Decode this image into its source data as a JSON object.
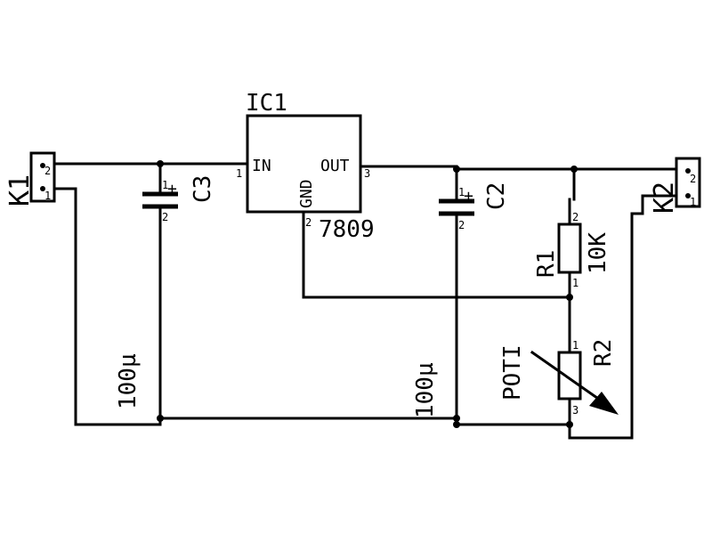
{
  "regulator": {
    "ref": "IC1",
    "value": "7809",
    "pin_in_label": "IN",
    "pin_out_label": "OUT",
    "pin_gnd_label": "GND",
    "pin_in_num": "1",
    "pin_out_num": "3",
    "pin_gnd_num": "2"
  },
  "connector_k1": {
    "ref": "K1",
    "pin_top": "2",
    "pin_bottom": "1"
  },
  "connector_k2": {
    "ref": "K2",
    "pin_top": "2",
    "pin_bottom": "1"
  },
  "capacitor_c3": {
    "ref": "C3",
    "value": "100µ",
    "plus": "+",
    "pin_plus": "1",
    "pin_minus": "2"
  },
  "capacitor_c2": {
    "ref": "C2",
    "value": "100µ",
    "plus": "+",
    "pin_plus": "1",
    "pin_minus": "2"
  },
  "resistor_r1": {
    "ref": "R1",
    "value": "10K",
    "pin_top": "2",
    "pin_bottom": "1"
  },
  "potentiometer_r2": {
    "ref": "R2",
    "value": "POTI",
    "pin_top": "1",
    "pin_bottom": "3"
  }
}
